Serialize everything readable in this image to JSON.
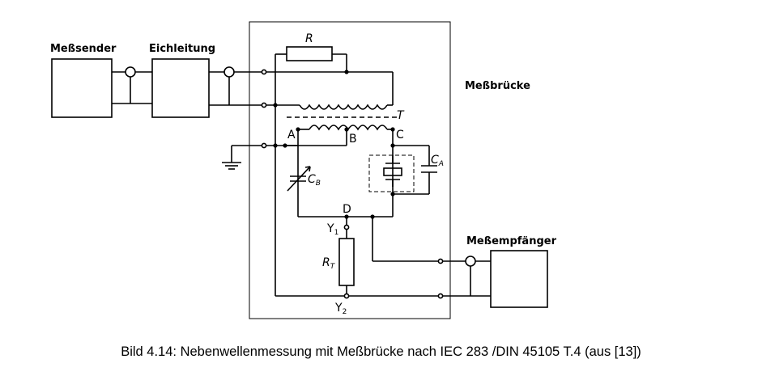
{
  "blocks": {
    "messsender": "Meßsender",
    "eichleitung": "Eichleitung",
    "messbruecke": "Meßbrücke",
    "messempfaenger": "Meßempfänger"
  },
  "components": {
    "R": "R",
    "T": "T",
    "CB": "C",
    "CB_sub": "B",
    "CA": "C",
    "CA_sub": "A",
    "RT": "R",
    "RT_sub": "T"
  },
  "nodes": {
    "A": "A",
    "B": "B",
    "C": "C",
    "D": "D",
    "Y1": "Y",
    "Y1_sub": "1",
    "Y2": "Y",
    "Y2_sub": "2"
  },
  "caption": "Bild 4.14: Nebenwellenmessung mit Meßbrücke nach IEC 283 /DIN 45105 T.4 (aus [13])"
}
